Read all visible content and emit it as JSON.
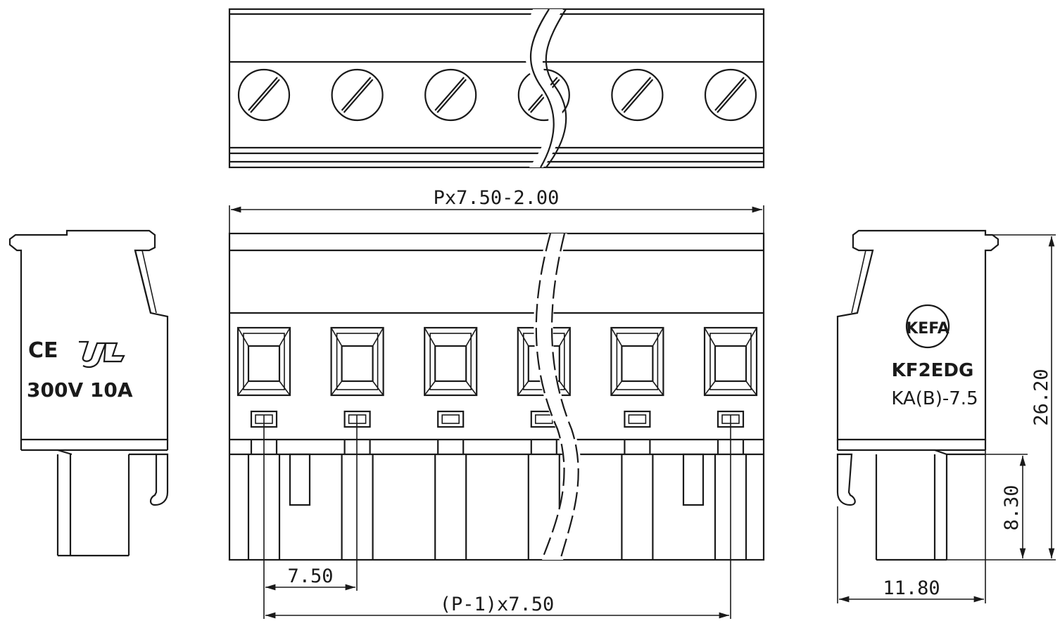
{
  "dimensions": {
    "overall_width": "Px7.50-2.00",
    "pitch": "7.50",
    "total_pitch": "(P-1)x7.50",
    "height": "26.20",
    "pin_length": "8.30",
    "depth": "11.80"
  },
  "left_side_marks": {
    "ce_mark": "CE",
    "ul_mark": "UL",
    "rating": "300V 10A"
  },
  "right_side_marks": {
    "brand_logo": "KEFA",
    "model": "KF2EDG",
    "variant": "KA(B)-7.5"
  },
  "poles_shown": 6
}
